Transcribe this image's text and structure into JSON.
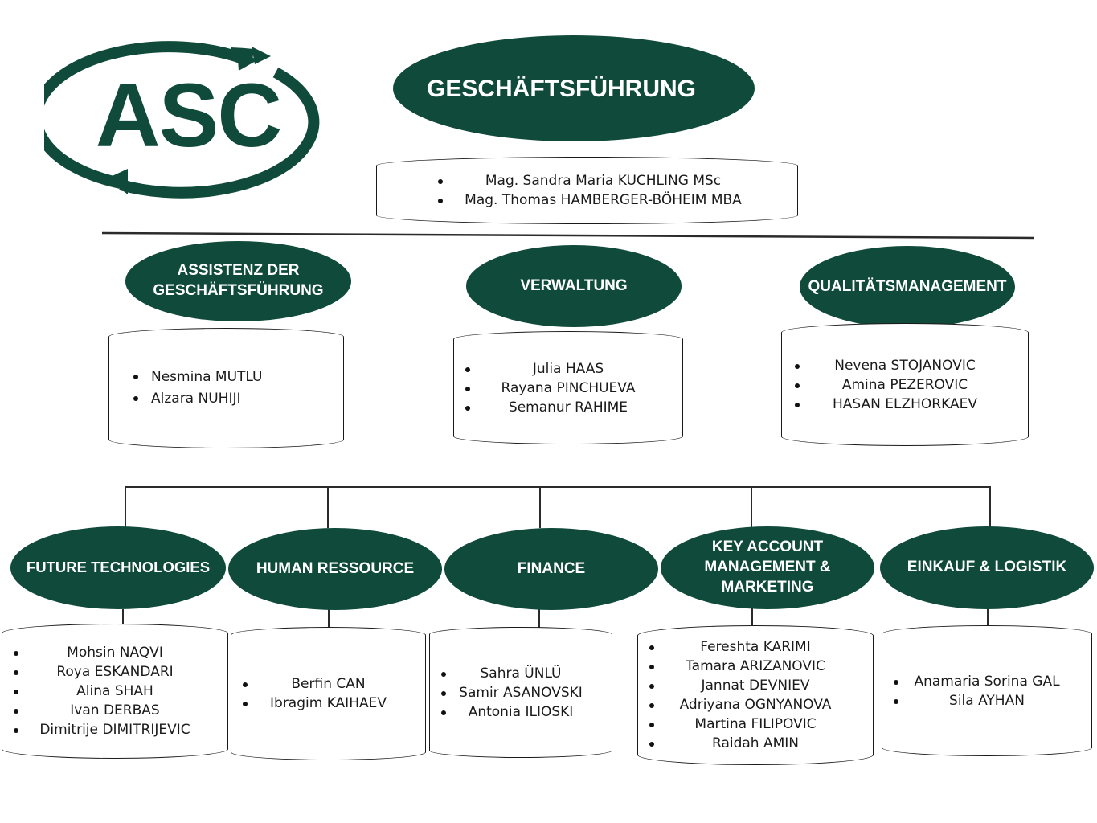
{
  "logo": {
    "text": "ASC",
    "color": "#0f4a3a"
  },
  "colors": {
    "accent": "#0f4a3a",
    "line": "#2b2b2b"
  },
  "management": {
    "title": "GESCHÄFTSFÜHRUNG",
    "members": [
      "Mag. Sandra  Maria KUCHLING MSc",
      "Mag. Thomas HAMBERGER-BÖHEIM  MBA"
    ]
  },
  "upper_departments": [
    {
      "title": "ASSISTENZ DER GESCHÄFTSFÜHRUNG",
      "members": [
        "Nesmina MUTLU",
        "Alzara NUHIJI"
      ]
    },
    {
      "title": "VERWALTUNG",
      "members": [
        "Julia HAAS",
        "Rayana PINCHUEVA",
        "Semanur RAHIME"
      ]
    },
    {
      "title": "QUALITÄTSMANAGEMENT",
      "members": [
        "Nevena STOJANOVIC",
        "Amina PEZEROVIC",
        "HASAN ELZHORKAEV"
      ]
    }
  ],
  "lower_departments": [
    {
      "title": "FUTURE TECHNOLOGIES",
      "members": [
        "Mohsin NAQVI",
        "Roya ESKANDARI",
        "Alina SHAH",
        "Ivan DERBAS",
        "Dimitrije DIMITRIJEVIC"
      ]
    },
    {
      "title": "HUMAN RESSOURCE",
      "members": [
        "Berfin CAN",
        "Ibragim KAIHAEV"
      ]
    },
    {
      "title": "FINANCE",
      "members": [
        "Sahra ÜNLÜ",
        "Samir ASANOVSKI",
        "Antonia ILIOSKI"
      ]
    },
    {
      "title": "KEY ACCOUNT MANAGEMENT & MARKETING",
      "members": [
        "Fereshta KARIMI",
        "Tamara ARIZANOVIC",
        "Jannat DEVNIEV",
        "Adriyana OGNYANOVA",
        "Martina FILIPOVIC",
        "Raidah AMIN"
      ]
    },
    {
      "title": "EINKAUF & LOGISTIK",
      "members": [
        "Anamaria Sorina GAL",
        "Sila AYHAN"
      ]
    }
  ]
}
